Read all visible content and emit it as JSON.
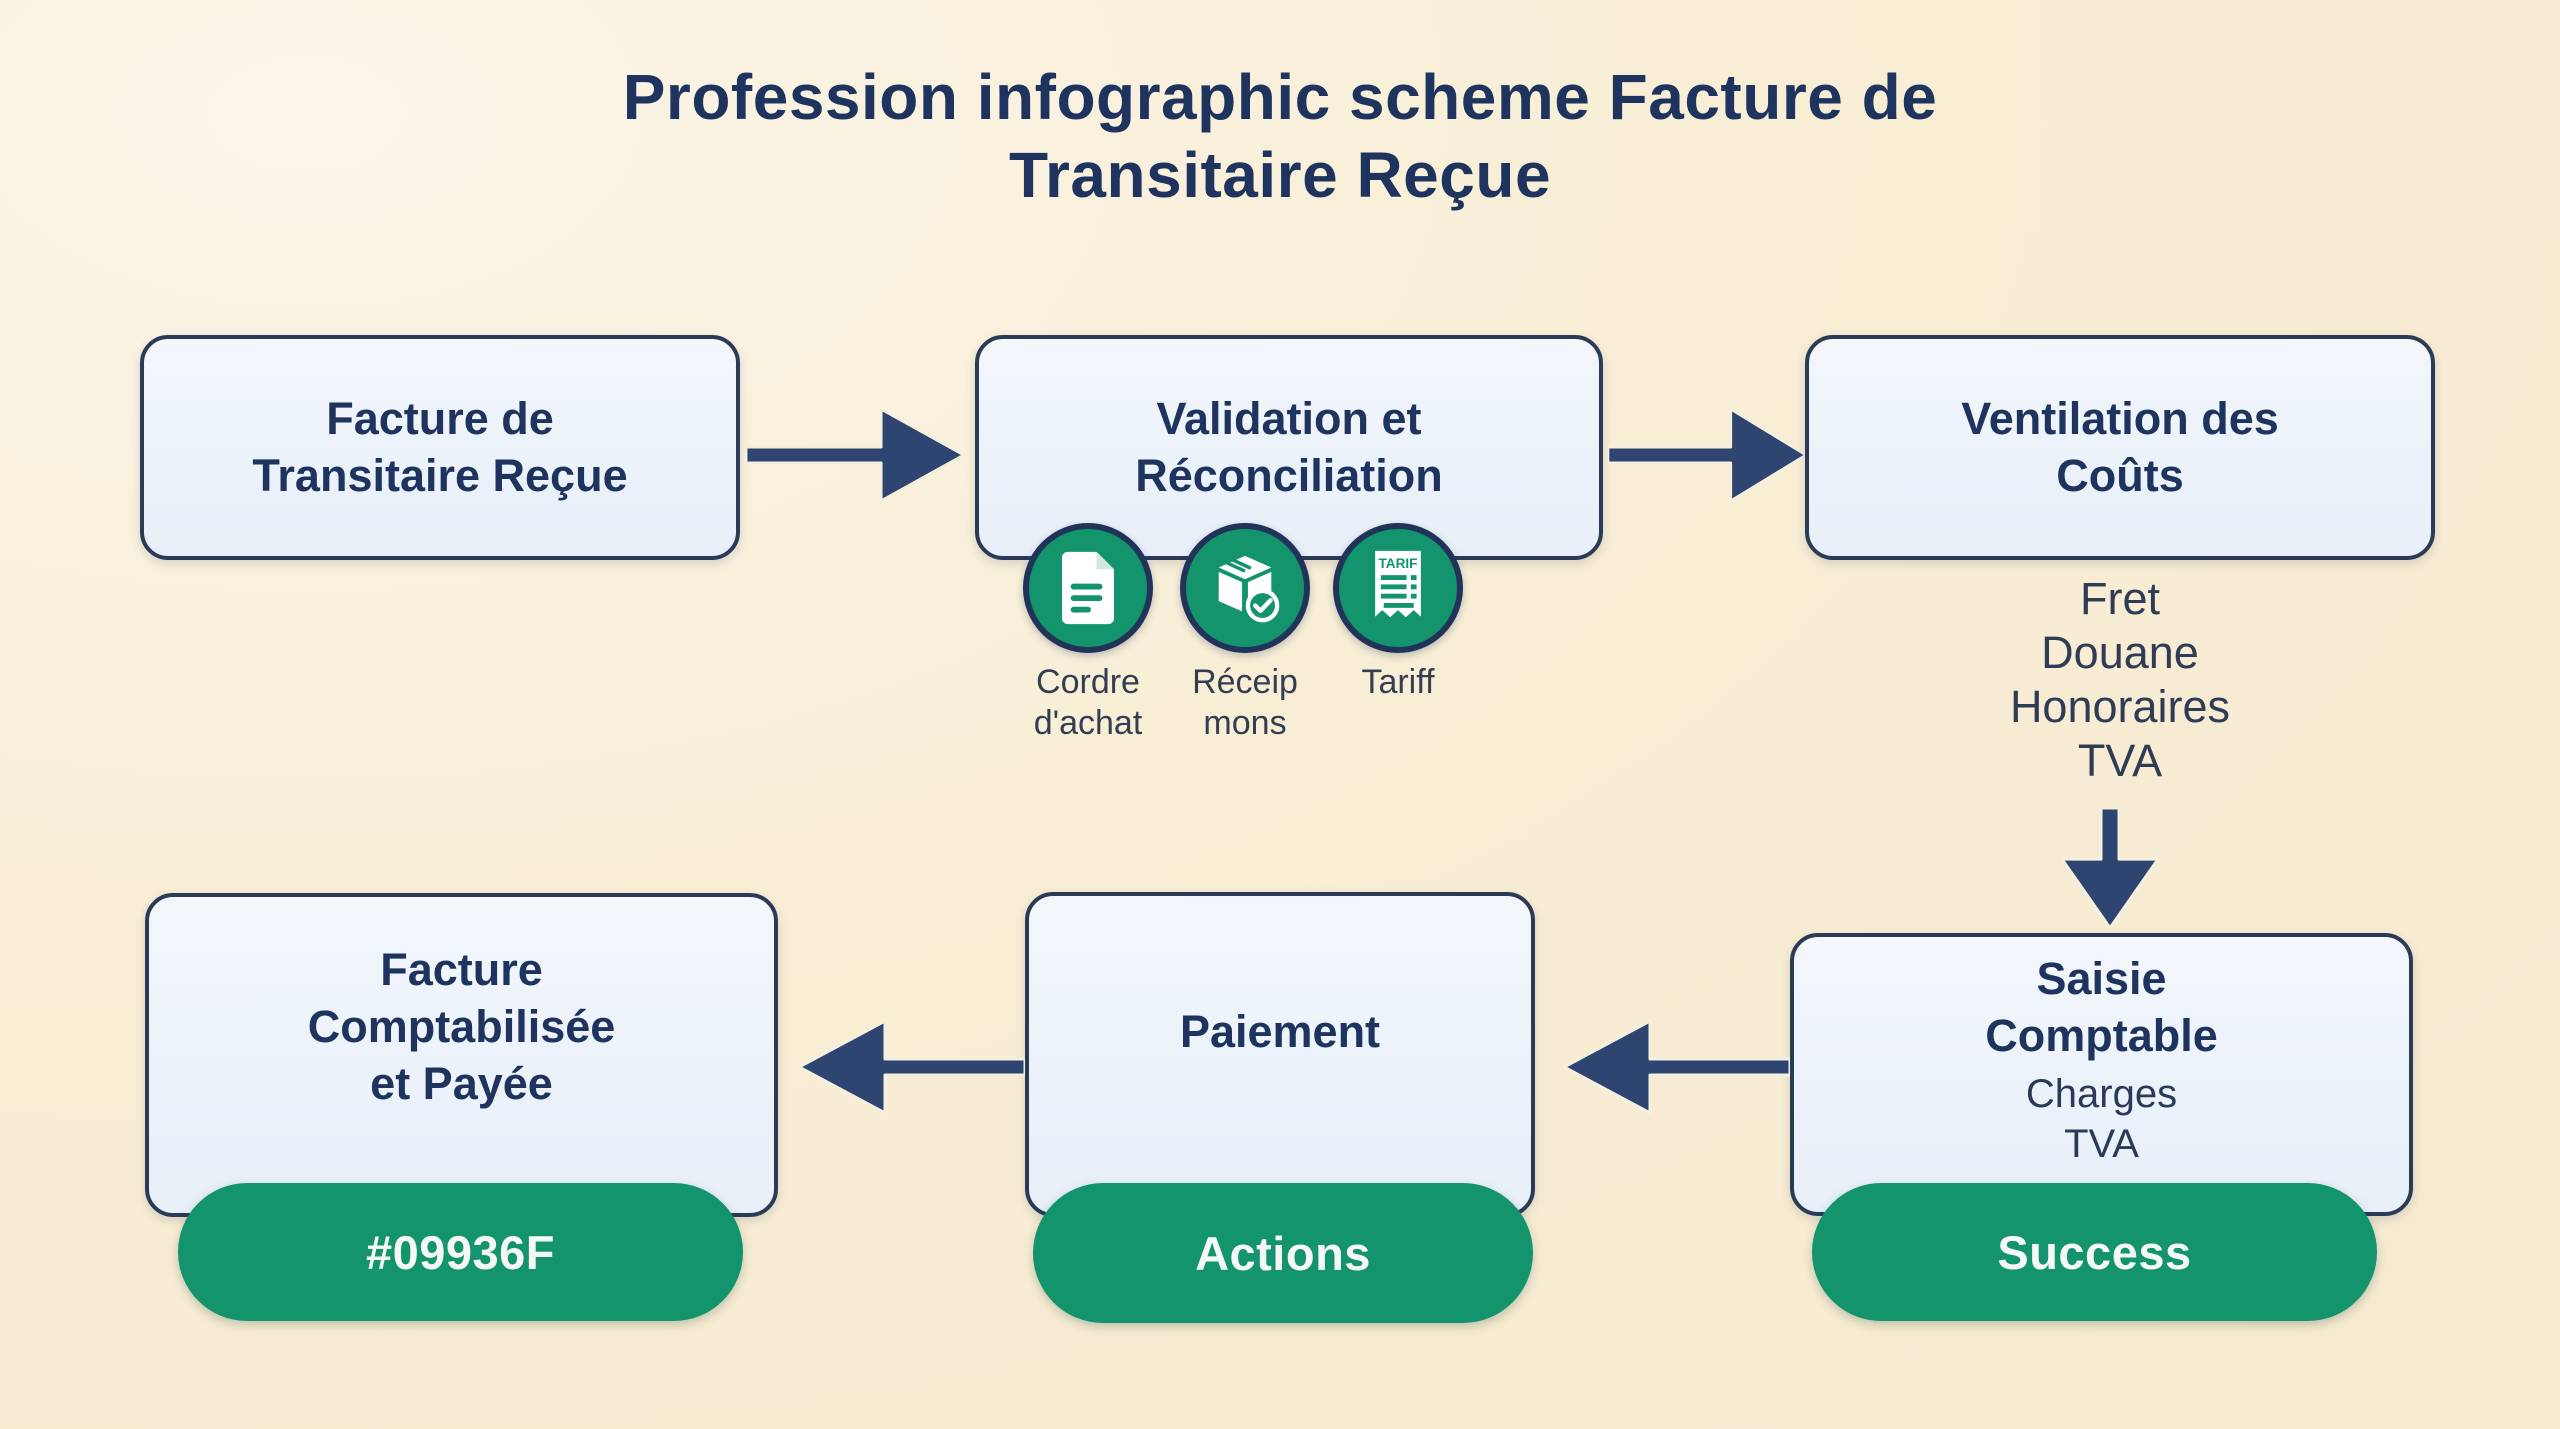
{
  "title": {
    "line1": "Profession infographic scheme Facture de",
    "line2": "Transitaire Reçue"
  },
  "colors": {
    "background_cream": "#f8eed5",
    "box_fill": "#edf2fa",
    "box_border": "#2b3a57",
    "heading_navy": "#1e345e",
    "arrow_navy": "#2e4571",
    "accent_green": "#13946d",
    "badge_text": "#ffffff"
  },
  "flow": {
    "step1": {
      "title_lines": [
        "Facture de",
        "Transitaire Reçue"
      ]
    },
    "step2": {
      "title_lines": [
        "Validation et",
        "Réconciliation"
      ],
      "tariff_icon_text": "TARIF",
      "attachments": [
        {
          "icon": "purchase-order-document-icon",
          "label_lines": [
            "Cordre",
            "d'achat"
          ]
        },
        {
          "icon": "package-check-icon",
          "label_lines": [
            "Réceip",
            "mons"
          ]
        },
        {
          "icon": "tariff-receipt-icon",
          "label_lines": [
            "Tariff"
          ]
        }
      ]
    },
    "step3": {
      "title_lines": [
        "Ventilation des",
        "Coûts"
      ],
      "breakdown": [
        "Fret",
        "Douane",
        "Honoraires",
        "TVA"
      ]
    },
    "step4": {
      "title_lines": [
        "Saisie",
        "Comptable"
      ],
      "sub_lines": [
        "Charges",
        "TVA"
      ],
      "badge": "Success"
    },
    "step5": {
      "title": "Paiement",
      "badge": "Actions"
    },
    "step6": {
      "title_lines": [
        "Facture",
        "Comptabilisée",
        "et Payée"
      ],
      "badge": "#09936F"
    }
  }
}
